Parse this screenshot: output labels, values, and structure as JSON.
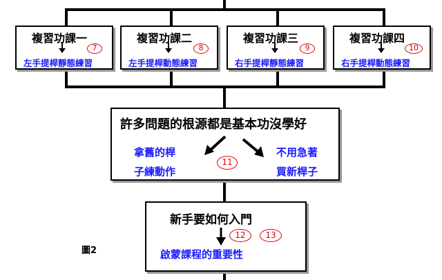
{
  "lessons": [
    {
      "title": "複習功課一",
      "subtitle": "左手提桿靜態練習",
      "badge": "7"
    },
    {
      "title": "複習功課二",
      "subtitle": "左手提桿動態練習",
      "badge": "8"
    },
    {
      "title": "複習功課三",
      "subtitle": "右手提桿靜態練習",
      "badge": "9"
    },
    {
      "title": "複習功課四",
      "subtitle": "右手提桿動態練習",
      "badge": "10"
    }
  ],
  "root_box": {
    "title": "許多問題的根源都是基本功沒學好",
    "left_line1": "拿舊的桿",
    "left_line2": "子練動作",
    "right_line1": "不用急著",
    "right_line2": "買新桿子",
    "badge": "11"
  },
  "beginner_box": {
    "title": "新手要如何入門",
    "subtitle": "啟蒙課程的重要性",
    "badge1": "12",
    "badge2": "13"
  },
  "figure_label": "圖2",
  "colors": {
    "blue_text": "#1a1aff",
    "badge_red": "#e00000",
    "line": "#000000"
  }
}
